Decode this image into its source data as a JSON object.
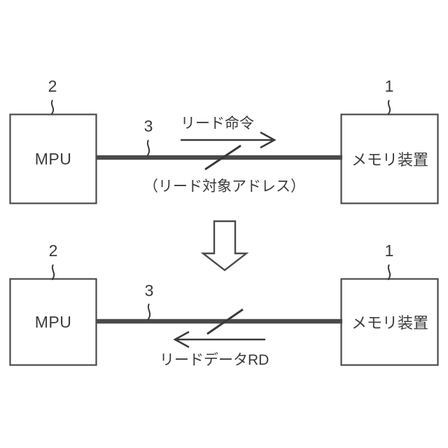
{
  "figure": {
    "type": "patent-block-diagram",
    "background_color": "#ffffff",
    "line_color": "#4a4a4a",
    "text_color": "#3a3a3a"
  },
  "upper_stage": {
    "mpu_box": {
      "label": "MPU",
      "ref": "2"
    },
    "memory_box": {
      "label": "メモリ装置",
      "ref": "1"
    },
    "bus": {
      "ref": "3"
    },
    "arrow_label_above": "リード命令",
    "arrow_label_below": "（リード対象アドレス）",
    "arrow_direction": "right"
  },
  "transition": {
    "icon": "down-block-arrow"
  },
  "lower_stage": {
    "mpu_box": {
      "label": "MPU",
      "ref": "2"
    },
    "memory_box": {
      "label": "メモリ装置",
      "ref": "1"
    },
    "bus": {
      "ref": "3"
    },
    "arrow_label_below": "リードデータRD",
    "arrow_direction": "left"
  }
}
